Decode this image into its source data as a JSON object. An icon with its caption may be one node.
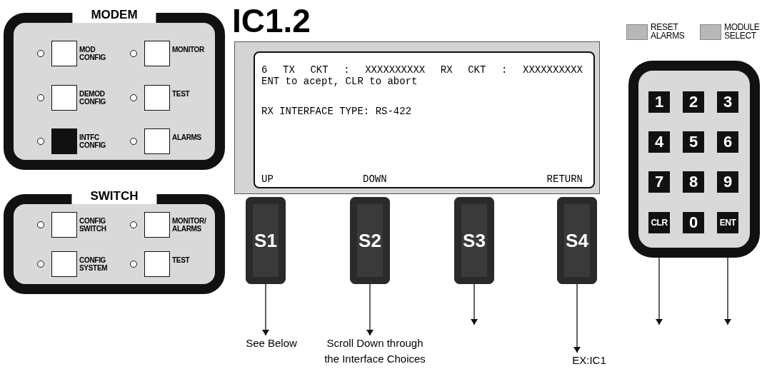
{
  "diagram": {
    "title": "IC1.2",
    "nodes": [
      {
        "text": [
          "MODEM"
        ]
      },
      {
        "text": [
          "MOD CONFIG"
        ],
        "in": 0
      },
      {
        "text": [
          "MONITOR"
        ],
        "in": 0
      },
      {
        "text": [
          "DEMOD CONFIG"
        ],
        "in": 0
      },
      {
        "text": [
          "TEST"
        ],
        "in": 0
      },
      {
        "text": [
          "INTFC CONFIG"
        ],
        "in": 0
      },
      {
        "text": [
          "ALARMS"
        ],
        "in": 0
      },
      {
        "text": [
          "SWITCH"
        ]
      },
      {
        "text": [
          "CONFIG SWITCH"
        ],
        "in": 7
      },
      {
        "text": [
          "MONITOR/ ALARMS"
        ],
        "in": 7
      },
      {
        "text": [
          "CONFIG SYSTEM"
        ],
        "in": 7
      },
      {
        "text": [
          "TEST"
        ],
        "in": 7
      },
      {
        "text": [
          "RESET ALARMS"
        ]
      },
      {
        "text": [
          "MODULE SELECT"
        ]
      },
      {
        "text": [
          "6 TX CKT : XXXXXXXXXX RX CKT : XXXXXXXXXX",
          "ENT to acept, CLR to abort",
          "RX INTERFACE TYPE: RS-422",
          "UP",
          "DOWN",
          "RETURN"
        ]
      },
      {
        "text": [
          "S1"
        ]
      },
      {
        "text": [
          "S2"
        ]
      },
      {
        "text": [
          "S3"
        ]
      },
      {
        "text": [
          "S4"
        ]
      },
      {
        "text": [],
        "shape": "box"
      },
      {
        "text": [
          "1"
        ],
        "in": 19
      },
      {
        "text": [
          "2"
        ],
        "in": 19
      },
      {
        "text": [
          "3"
        ],
        "in": 19
      },
      {
        "text": [
          "4"
        ],
        "in": 19
      },
      {
        "text": [
          "5"
        ],
        "in": 19
      },
      {
        "text": [
          "6"
        ],
        "in": 19
      },
      {
        "text": [
          "7"
        ],
        "in": 19
      },
      {
        "text": [
          "8"
        ],
        "in": 19
      },
      {
        "text": [
          "9"
        ],
        "in": 19
      },
      {
        "text": [
          "CLR"
        ],
        "in": 19
      },
      {
        "text": [
          "0"
        ],
        "in": 19
      },
      {
        "text": [
          "ENT"
        ],
        "in": 19
      },
      {
        "text": [
          "See Below"
        ]
      },
      {
        "text": [
          "Scroll Down through the Interface Choices"
        ]
      },
      {
        "text": [
          "EX:IC1"
        ]
      }
    ],
    "edges": [
      {
        "from": 15,
        "to": 32,
        "arrow": "to"
      },
      {
        "from": 16,
        "to": 33,
        "arrow": "to"
      },
      {
        "from": 17,
        "to": null,
        "arrow": "to"
      },
      {
        "from": 18,
        "to": 34,
        "arrow": "to"
      },
      {
        "from": 29,
        "to": null,
        "arrow": "to"
      },
      {
        "from": 31,
        "to": null,
        "arrow": "to"
      }
    ]
  }
}
